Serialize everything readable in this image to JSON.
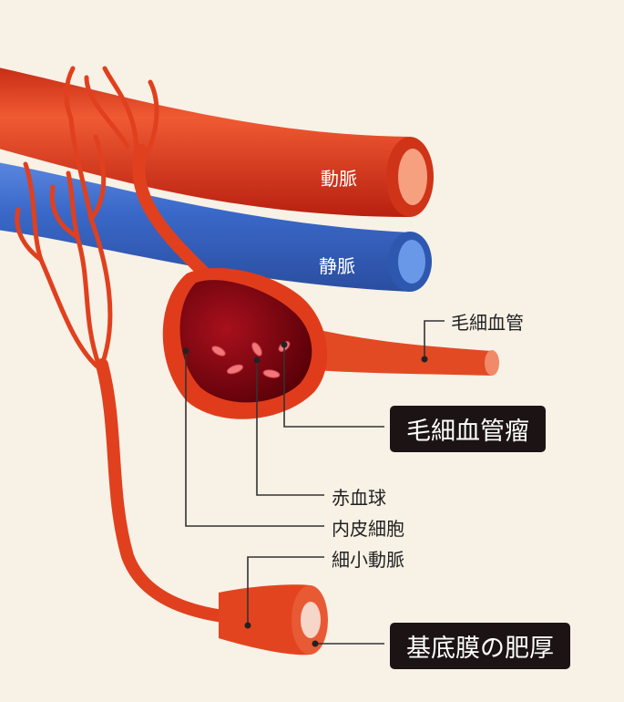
{
  "labels": {
    "artery": "動脈",
    "vein": "静脈",
    "capillary": "毛細血管",
    "aneurysm": "毛細血管瘤",
    "red_blood_cell": "赤血球",
    "endothelial_cell": "内皮細胞",
    "arteriole": "細小動脈",
    "basement_membrane": "基底膜の肥厚"
  },
  "colors": {
    "background": "#f8f1e6",
    "artery": "#e43a1c",
    "vein": "#3a68c8",
    "aneurysm_inner": "#8a0a14",
    "label_box": "#1c1414"
  }
}
